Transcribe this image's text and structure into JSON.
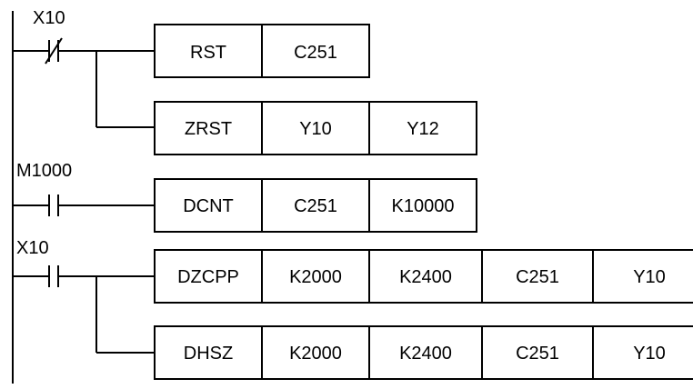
{
  "rungs": [
    {
      "contact": {
        "name": "X10",
        "type": "NC"
      },
      "instructions": [
        {
          "op": "RST",
          "operands": [
            "C251"
          ]
        },
        {
          "op": "ZRST",
          "operands": [
            "Y10",
            "Y12"
          ]
        }
      ]
    },
    {
      "contact": {
        "name": "M1000",
        "type": "NO"
      },
      "instructions": [
        {
          "op": "DCNT",
          "operands": [
            "C251",
            "K10000"
          ]
        }
      ]
    },
    {
      "contact": {
        "name": "X10",
        "type": "NO"
      },
      "instructions": [
        {
          "op": "DZCPP",
          "operands": [
            "K2000",
            "K2400",
            "C251",
            "Y10"
          ]
        },
        {
          "op": "DHSZ",
          "operands": [
            "K2000",
            "K2400",
            "C251",
            "Y10"
          ]
        }
      ]
    }
  ]
}
